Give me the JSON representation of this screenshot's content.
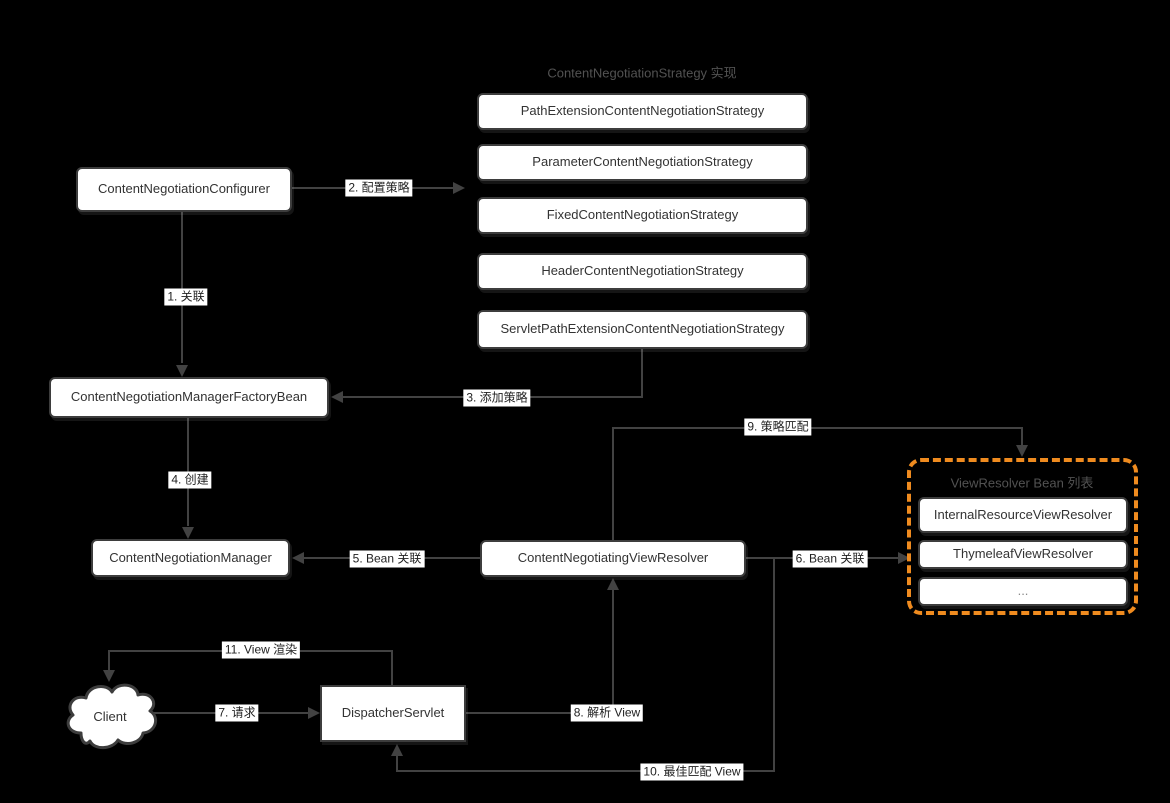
{
  "strategy_group": {
    "title": "ContentNegotiationStrategy 实现",
    "items": [
      "PathExtensionContentNegotiationStrategy",
      "ParameterContentNegotiationStrategy",
      "FixedContentNegotiationStrategy",
      "HeaderContentNegotiationStrategy",
      "ServletPathExtensionContentNegotiationStrategy"
    ]
  },
  "view_resolver_group": {
    "title": "ViewResolver Bean 列表",
    "items": [
      "InternalResourceViewResolver",
      "ThymeleafViewResolver",
      "..."
    ]
  },
  "nodes": {
    "configurer": "ContentNegotiationConfigurer",
    "factory_bean": "ContentNegotiationManagerFactoryBean",
    "manager": "ContentNegotiationManager",
    "negotiating_view_resolver": "ContentNegotiatingViewResolver",
    "dispatcher_servlet": "DispatcherServlet",
    "client": "Client"
  },
  "edge_labels": {
    "e1": "1. 关联",
    "e2": "2. 配置策略",
    "e3": "3. 添加策略",
    "e4": "4. 创建",
    "e5": "5. Bean 关联",
    "e6": "6. Bean 关联",
    "e7": "7. 请求",
    "e8": "8. 解析 View",
    "e9": "9. 策略匹配",
    "e10": "10. 最佳匹配 View",
    "e11": "11. View 渲染"
  },
  "colors": {
    "line": "#424242",
    "node_border": "#3d3d3d",
    "node_text": "#333333",
    "group_title": "#525252",
    "accent_orange": "#ef8b1f",
    "bg": "#000000",
    "chip_bg": "#ffffff"
  }
}
